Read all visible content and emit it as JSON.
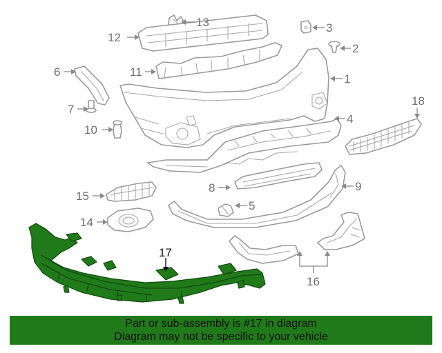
{
  "callouts": {
    "c1": "1",
    "c2": "2",
    "c3": "3",
    "c4": "4",
    "c5": "5",
    "c6": "6",
    "c7": "7",
    "c8": "8",
    "c9": "9",
    "c10": "10",
    "c11": "11",
    "c12": "12",
    "c13": "13",
    "c14": "14",
    "c15": "15",
    "c16": "16",
    "c17": "17",
    "c18": "18"
  },
  "highlight": {
    "part_number": "17",
    "color": "#217a1a"
  },
  "banner": {
    "line1": "Part or sub-assembly is #17 in diagram",
    "line2": "Diagram may not be specific to your vehicle",
    "color": "#217a1a"
  }
}
